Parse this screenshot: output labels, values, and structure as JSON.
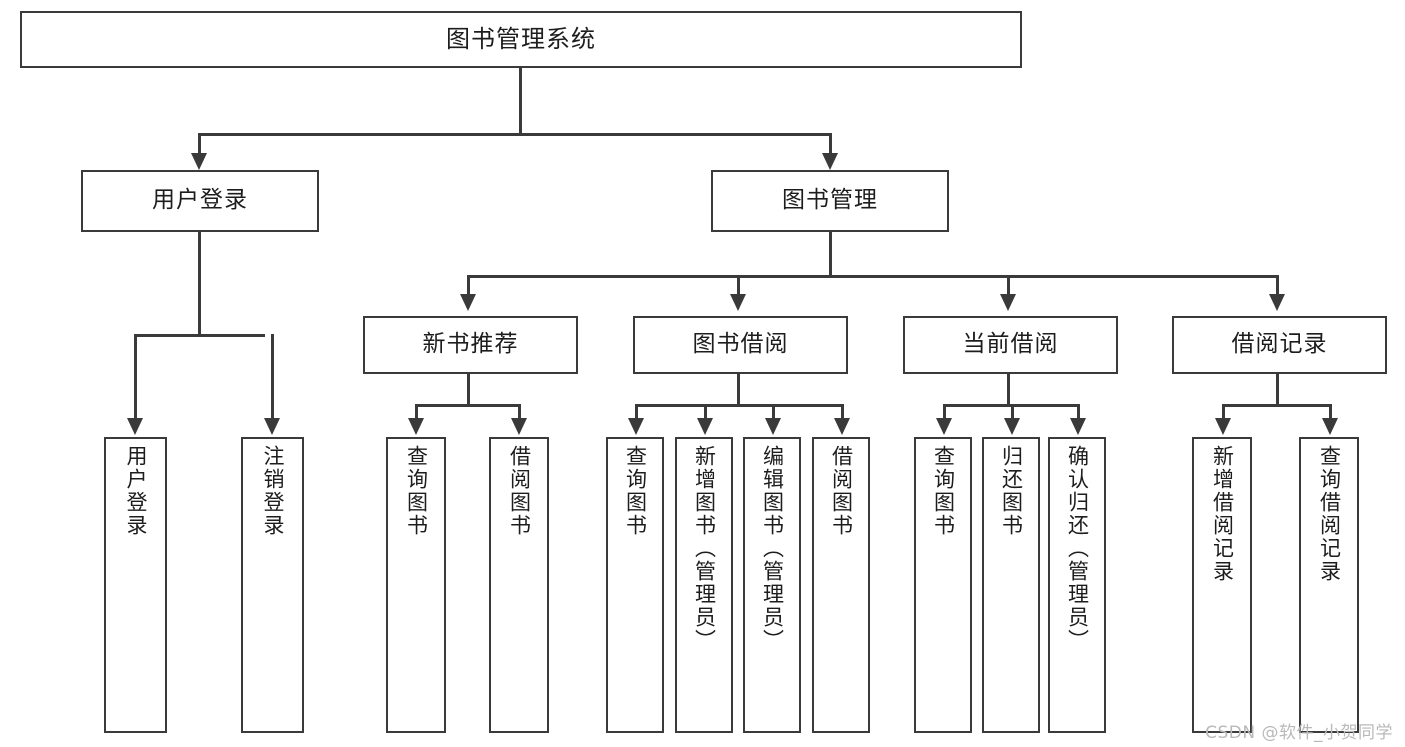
{
  "diagram": {
    "type": "tree",
    "title": "图书管理系统",
    "watermark": "CSDN @软件_小贺同学",
    "colors": {
      "background": "#ffffff",
      "stroke": "#3a3a3a",
      "text": "#1d1d1d",
      "watermark": "#b9b9b9"
    },
    "levels": {
      "root": {
        "label": "图书管理系统"
      },
      "level2": [
        {
          "label": "用户登录"
        },
        {
          "label": "图书管理"
        }
      ],
      "level3": [
        {
          "label": "新书推荐"
        },
        {
          "label": "图书借阅"
        },
        {
          "label": "当前借阅"
        },
        {
          "label": "借阅记录"
        }
      ],
      "leaves_user_login": [
        {
          "label": "用户登录"
        },
        {
          "label": "注销登录"
        }
      ],
      "leaves_new_book": [
        {
          "label": "查询图书"
        },
        {
          "label": "借阅图书"
        }
      ],
      "leaves_borrow": [
        {
          "label": "查询图书"
        },
        {
          "label": "新增图书（管理员）"
        },
        {
          "label": "编辑图书（管理员）"
        },
        {
          "label": "借阅图书"
        }
      ],
      "leaves_current": [
        {
          "label": "查询图书"
        },
        {
          "label": "归还图书"
        },
        {
          "label": "确认归还（管理员）"
        }
      ],
      "leaves_record": [
        {
          "label": "新增借阅记录"
        },
        {
          "label": "查询借阅记录"
        }
      ]
    }
  }
}
